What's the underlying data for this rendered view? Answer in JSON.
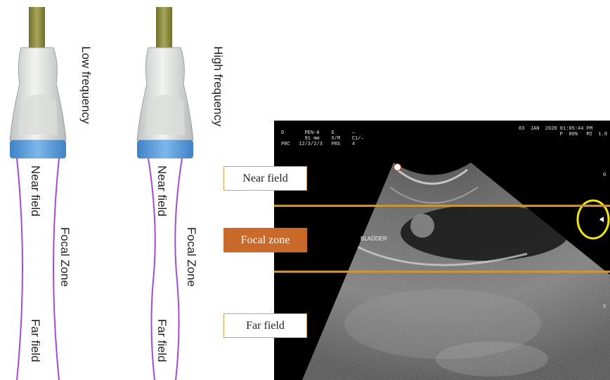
{
  "probes": [
    {
      "frequency_label": "Low frequency",
      "near_field_label": "Near field",
      "focal_zone_label": "Focal Zone",
      "far_field_label": "Far field"
    },
    {
      "frequency_label": "High frequency",
      "near_field_label": "Near field",
      "focal_zone_label": "Focal Zone",
      "far_field_label": "Far field"
    }
  ],
  "ultrasound": {
    "header_left": "D       PEN-H    G      —\n        91 mm    X/M    C1/–\nPRC   12/3/2/3   PRS    4",
    "header_right": "03  JAN  2020 01:05:44 PM\n              P  80%   MI  1.0",
    "depth_marks": [
      "0",
      "5"
    ],
    "bladder_label": "BLADDER"
  },
  "zones": {
    "near": "Near field",
    "focal": "Focal zone",
    "far": "Far field"
  },
  "colors": {
    "beam": "#a64ad6",
    "probe_cable": "#8a8a3a",
    "probe_tip": "#5b9bd5",
    "zone_line": "#c8963a",
    "focal_box": "#c96a2a",
    "focus_circle": "#f2e600"
  }
}
